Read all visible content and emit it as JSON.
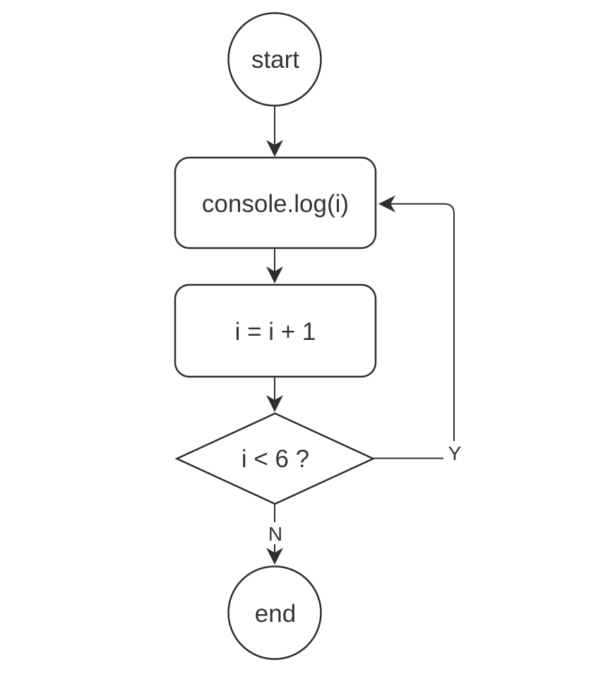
{
  "page": {
    "background": "#ffffff"
  },
  "diagram": {
    "type": "flowchart",
    "direction": "top-down",
    "colors": {
      "stroke": "#2e2e2e",
      "text": "#333333",
      "node_fill": "#ffffff"
    },
    "nodes": [
      {
        "id": "start",
        "shape": "circle",
        "label": "start"
      },
      {
        "id": "log",
        "shape": "rounded-rect",
        "label": "console.log(i)"
      },
      {
        "id": "increment",
        "shape": "rounded-rect",
        "label": "i = i + 1"
      },
      {
        "id": "condition",
        "shape": "diamond",
        "label": "i < 6 ?"
      },
      {
        "id": "end",
        "shape": "circle",
        "label": "end"
      }
    ],
    "edges": [
      {
        "from": "start",
        "to": "log",
        "label": ""
      },
      {
        "from": "log",
        "to": "increment",
        "label": ""
      },
      {
        "from": "increment",
        "to": "condition",
        "label": ""
      },
      {
        "from": "condition",
        "to": "end",
        "label": "N"
      },
      {
        "from": "condition",
        "to": "log",
        "label": "Y"
      }
    ]
  }
}
